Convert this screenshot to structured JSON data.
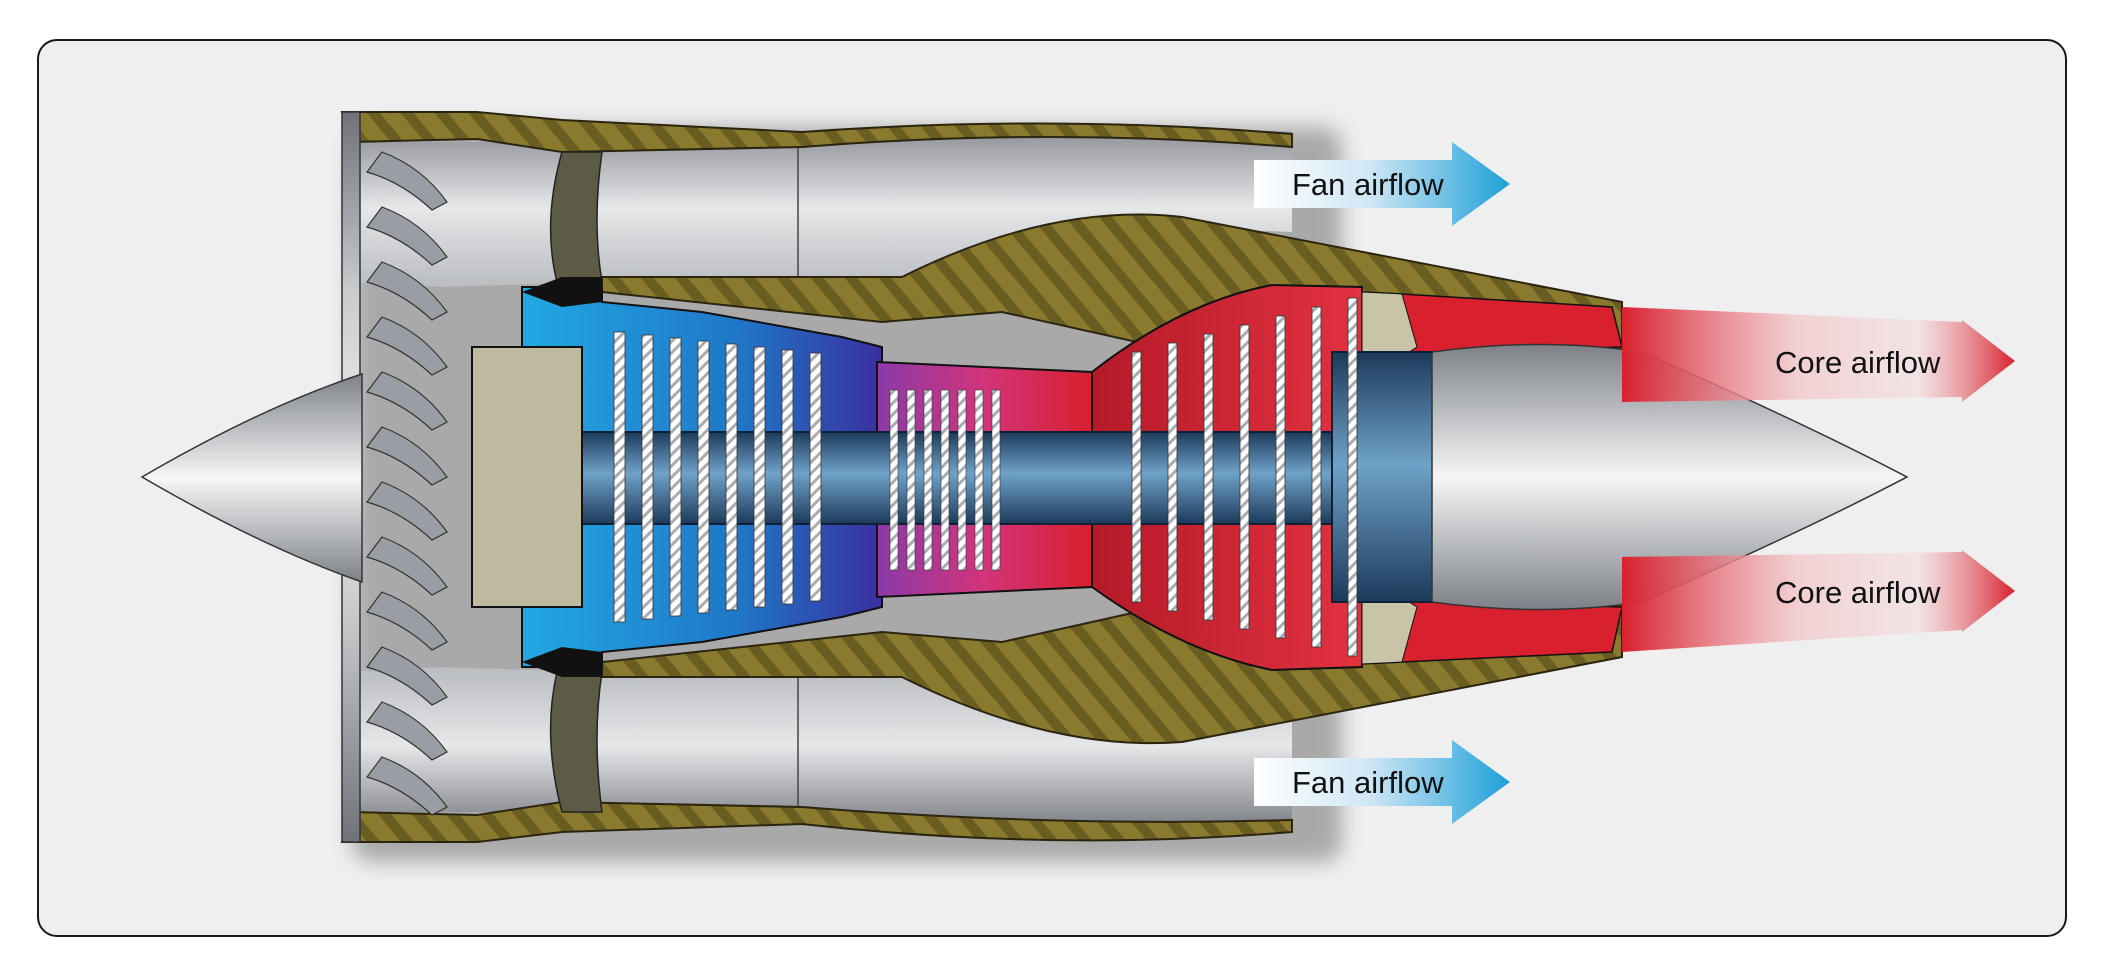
{
  "labels": {
    "fan_airflow_top": "Fan airflow",
    "fan_airflow_bottom": "Fan airflow",
    "core_airflow_top": "Core airflow",
    "core_airflow_bottom": "Core airflow"
  },
  "colors": {
    "background": "#efefef",
    "fan_airflow_arrow": "#1e9fd8",
    "core_airflow_arrow": "#d8202e",
    "casing_hatch": "#8a7a2e",
    "compressor_cold": "#1a8fd0",
    "compressor_hot": "#d22a5e",
    "turbine_hot": "#d8202e",
    "metal": "#b8bcc2"
  }
}
